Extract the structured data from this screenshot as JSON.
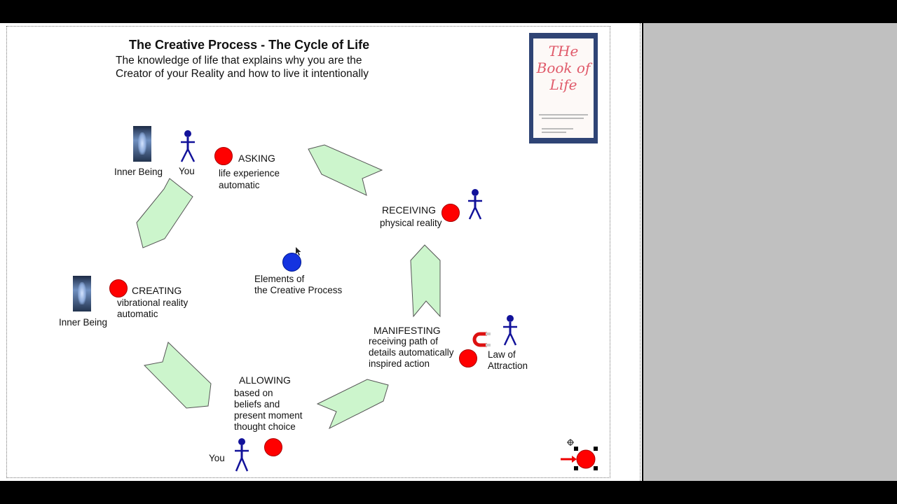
{
  "slide": {
    "title": "The Creative Process - The Cycle of Life",
    "subtitle_line1": "The knowledge of life that explains why you are the",
    "subtitle_line2": "Creator of your Reality and how to live it intentionally"
  },
  "book": {
    "title": "THe\nBook of\nLife"
  },
  "nodes": {
    "asking": {
      "title": "ASKING",
      "line1": "life experience",
      "line2": "automatic"
    },
    "receiving": {
      "title": "RECEIVING",
      "line1": "physical reality"
    },
    "creating": {
      "title": "CREATING",
      "line1": "vibrational reality",
      "line2": "automatic"
    },
    "manifesting": {
      "title": "MANIFESTING",
      "line1": "receiving path of",
      "line2": "details automatically",
      "line3": "inspired action"
    },
    "allowing": {
      "title": "ALLOWING",
      "line1": "based on",
      "line2": "beliefs and",
      "line3": "present moment",
      "line4": "thought choice"
    }
  },
  "center": {
    "line1": "Elements of",
    "line2": "the Creative Process"
  },
  "labels": {
    "inner_being_top": "Inner Being",
    "you_top": "You",
    "inner_being_left": "Inner Being",
    "you_bottom": "You",
    "law_line1": "Law of",
    "law_line2": "Attraction"
  },
  "colors": {
    "arrow_fill": "#ccf5cc",
    "dot_red": "#ff0000",
    "dot_blue": "#1433e0",
    "figure": "#12129a",
    "panel_gray": "#c0c0c0"
  },
  "icons": [
    "stick-figure-icon",
    "inner-being-image",
    "magnet-icon",
    "cursor-icon",
    "book-cover-image"
  ]
}
